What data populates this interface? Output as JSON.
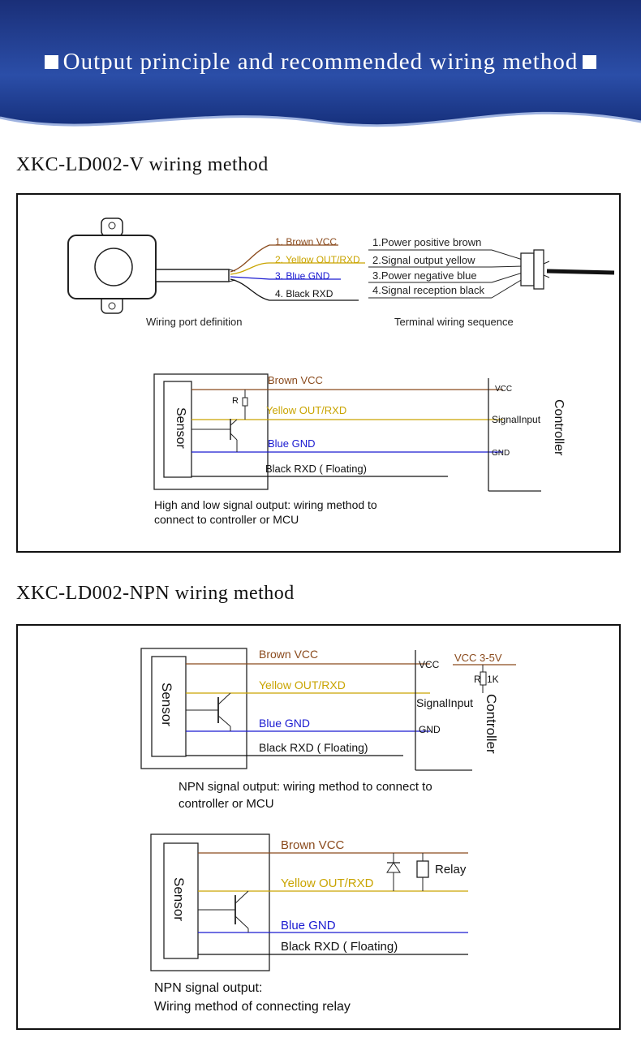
{
  "banner": {
    "title": "Output principle and recommended wiring method"
  },
  "section_v": {
    "title": "XKC-LD002-V wiring method",
    "port_labels": [
      "1. Brown VCC",
      "2. Yellow OUT/RXD",
      "3. Blue GND",
      "4. Black RXD"
    ],
    "port_caption": "Wiring port definition",
    "terminal_labels": [
      "1.Power positive brown",
      "2.Signal output yellow",
      "3.Power negative blue",
      "4.Signal reception black"
    ],
    "terminal_caption": "Terminal wiring sequence",
    "sensor_label": "Sensor",
    "resistor_label": "R",
    "wires": [
      "Brown VCC",
      "Yellow OUT/RXD",
      "Blue GND",
      "Black RXD ( Floating)"
    ],
    "controller_label": "Controller",
    "ctrl_pins": [
      "VCC",
      "SignalInput",
      "GND"
    ],
    "caption_line1": "High and low signal output: wiring method to",
    "caption_line2": "connect to controller or MCU"
  },
  "section_npn": {
    "title": "XKC-LD002-NPN wiring method",
    "d1": {
      "sensor_label": "Sensor",
      "wires": [
        "Brown VCC",
        "Yellow OUT/RXD",
        "Blue GND",
        "Black RXD ( Floating)"
      ],
      "ctrl_pins": [
        "VCC",
        "SignalInput",
        "GND"
      ],
      "controller_label": "Controller",
      "vcc_label": "VCC 3-5V",
      "resistor_r": "R",
      "resistor_value": "1K",
      "caption_line1": "NPN signal output: wiring method to connect to",
      "caption_line2": "controller or MCU"
    },
    "d2": {
      "sensor_label": "Sensor",
      "wires": [
        "Brown VCC",
        "Yellow OUT/RXD",
        "Blue GND",
        "Black RXD ( Floating)"
      ],
      "relay_label": "Relay",
      "caption_line1": "NPN signal output:",
      "caption_line2": "Wiring method of connecting relay"
    }
  },
  "colors": {
    "brown": "#8a4a1c",
    "yellow": "#c9a400",
    "blue": "#1a1ad0",
    "black": "#111111",
    "banner": "#1c3a8c"
  }
}
